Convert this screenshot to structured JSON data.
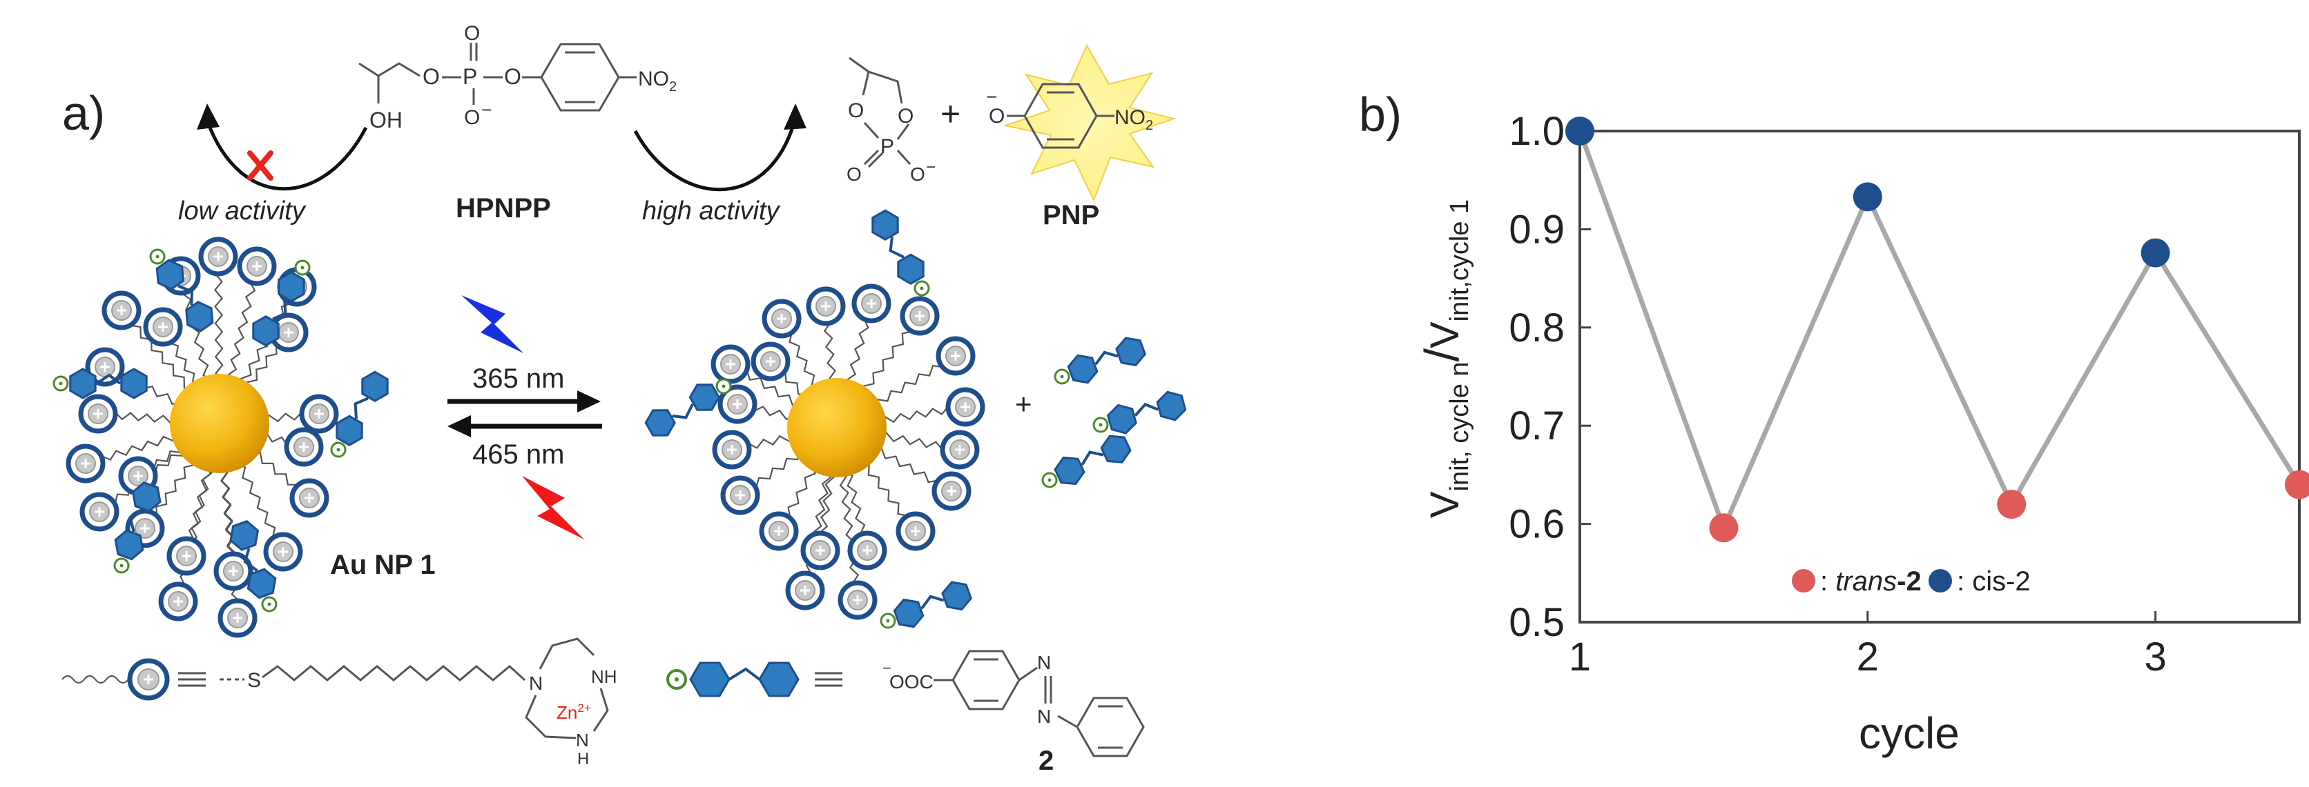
{
  "panel_a": {
    "label": "a)",
    "substrate": "HPNPP",
    "product": "PNP",
    "low": "low activity",
    "high": "high activity",
    "wave1": "365 nm",
    "wave2": "465 nm",
    "np_label": "Au NP 1",
    "plus": "+",
    "compound": "2",
    "atoms": {
      "o": "O",
      "oh": "OH",
      "p": "P",
      "no2": "NO",
      "no2_sub": "2",
      "o_minus": "O",
      "minus": "−",
      "s": "S",
      "n": "N",
      "nh": "NH",
      "zn": "Zn",
      "zn_charge": "2+",
      "h": "H",
      "ooc": "OOC"
    }
  },
  "panel_b": {
    "label": "b)",
    "colors": {
      "trans": "#e05a5a",
      "cis": "#1f4e8c",
      "line": "#a8a8a8"
    },
    "legend": {
      "trans_prefix": ": ",
      "trans_italic": "trans",
      "trans_suffix": "-2",
      "cis_text": ": cis-2"
    },
    "y_label_main": "V",
    "y_sub_num": "init, cycle  n",
    "y_slash": "/",
    "y_sub_den": "init,cycle 1"
  },
  "chart_data": {
    "type": "line",
    "x": [
      1,
      1.5,
      2,
      2.5,
      3,
      3.5
    ],
    "y": [
      1.0,
      0.596,
      0.933,
      0.62,
      0.876,
      0.64
    ],
    "point_state": [
      "cis",
      "trans",
      "cis",
      "trans",
      "cis",
      "trans"
    ],
    "xlabel": "cycle",
    "ylabel": "Vinit, cycle n / Vinit,cycle 1",
    "xlim": [
      1,
      3.5
    ],
    "ylim": [
      0.5,
      1.0
    ],
    "xticks": [
      1,
      2,
      3
    ],
    "yticks": [
      0.5,
      0.6,
      0.7,
      0.8,
      0.9,
      1.0
    ],
    "legend_placement": "bottom-center",
    "grid": false
  }
}
